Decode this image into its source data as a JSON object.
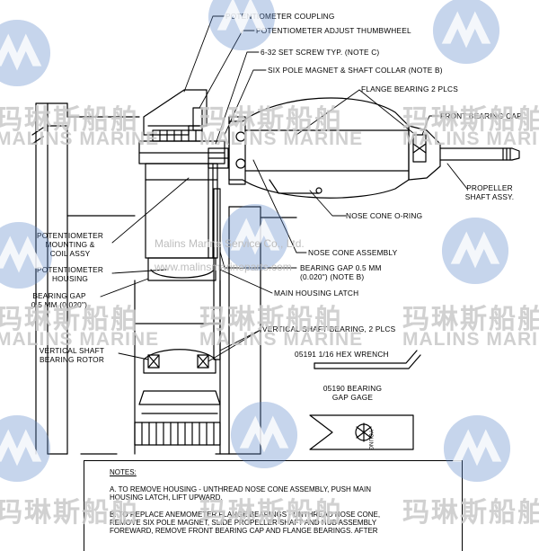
{
  "labels": {
    "pot_coupling": "POTENTIOMETER COUPLING",
    "pot_thumbwheel": "POTENTIOMETER ADJUST THUMBWHEEL",
    "set_screw": "6-32 SET SCREW TYP. (NOTE C)",
    "six_pole": "SIX POLE MAGNET & SHAFT COLLAR (NOTE B)",
    "flange_bearing": "FLANGE BEARING 2 PLCS",
    "front_cap": "FRONT BEARING CAP",
    "propeller_1": "PROPELLER",
    "propeller_2": "SHAFT ASSY.",
    "nose_oring": "NOSE CONE O-RING",
    "pot_mount_1": "POTENTIOMETER",
    "pot_mount_2": "MOUNTING &",
    "pot_mount_3": "COIL ASSY",
    "pot_housing_1": "POTENTIOMETER",
    "pot_housing_2": "HOUSING",
    "nose_assembly": "NOSE CONE ASSEMBLY",
    "bearing_gap_r1": "BEARING GAP 0.5 mm",
    "bearing_gap_r2": "(0.020\") (NOTE B)",
    "bearing_gap_l1": "BEARING GAP",
    "bearing_gap_l2": "0.5 mm (0.020\")",
    "housing_latch": "MAIN HOUSING LATCH",
    "vertical_bearing": "VERTICAL SHAFT BEARING, 2 PLCS",
    "vertical_rotor_1": "VERTICAL SHAFT",
    "vertical_rotor_2": "BEARING ROTOR",
    "hex_wrench": "05191 1/16 HEX WRENCH",
    "gap_gage_1": "05190 BEARING",
    "gap_gage_2": "GAP GAGE",
    "gage_brand": "YOUNG"
  },
  "notes": {
    "title": "NOTES:",
    "a_1": "A.  TO REMOVE HOUSING - UNTHREAD NOSE CONE ASSEMBLY, PUSH MAIN",
    "a_2": "     HOUSING LATCH, LIFT UPWARD.",
    "b_1": "B.  TO REPLACE ANEMOMETER FLANGE BEARINGS - UNTHREAD NOSE CONE,",
    "b_2": "     REMOVE SIX POLE MAGNET, SLIDE PROPELLER SHAFT AND HUB ASSEMBLY",
    "b_3": "     FOREWARD, REMOVE FRONT BEARING CAP AND FLANGE BEARINGS.  AFTER"
  },
  "watermark": {
    "cn": "玛琳斯船舶",
    "en": "MALINS MARINE",
    "company": "Malins Marine Service Co., Ltd.",
    "site": "www.malinsmarineparts.com"
  },
  "colors": {
    "line": "#000000",
    "watermark_blue": "#5b86c8",
    "watermark_gray": "#c8c8c8"
  }
}
